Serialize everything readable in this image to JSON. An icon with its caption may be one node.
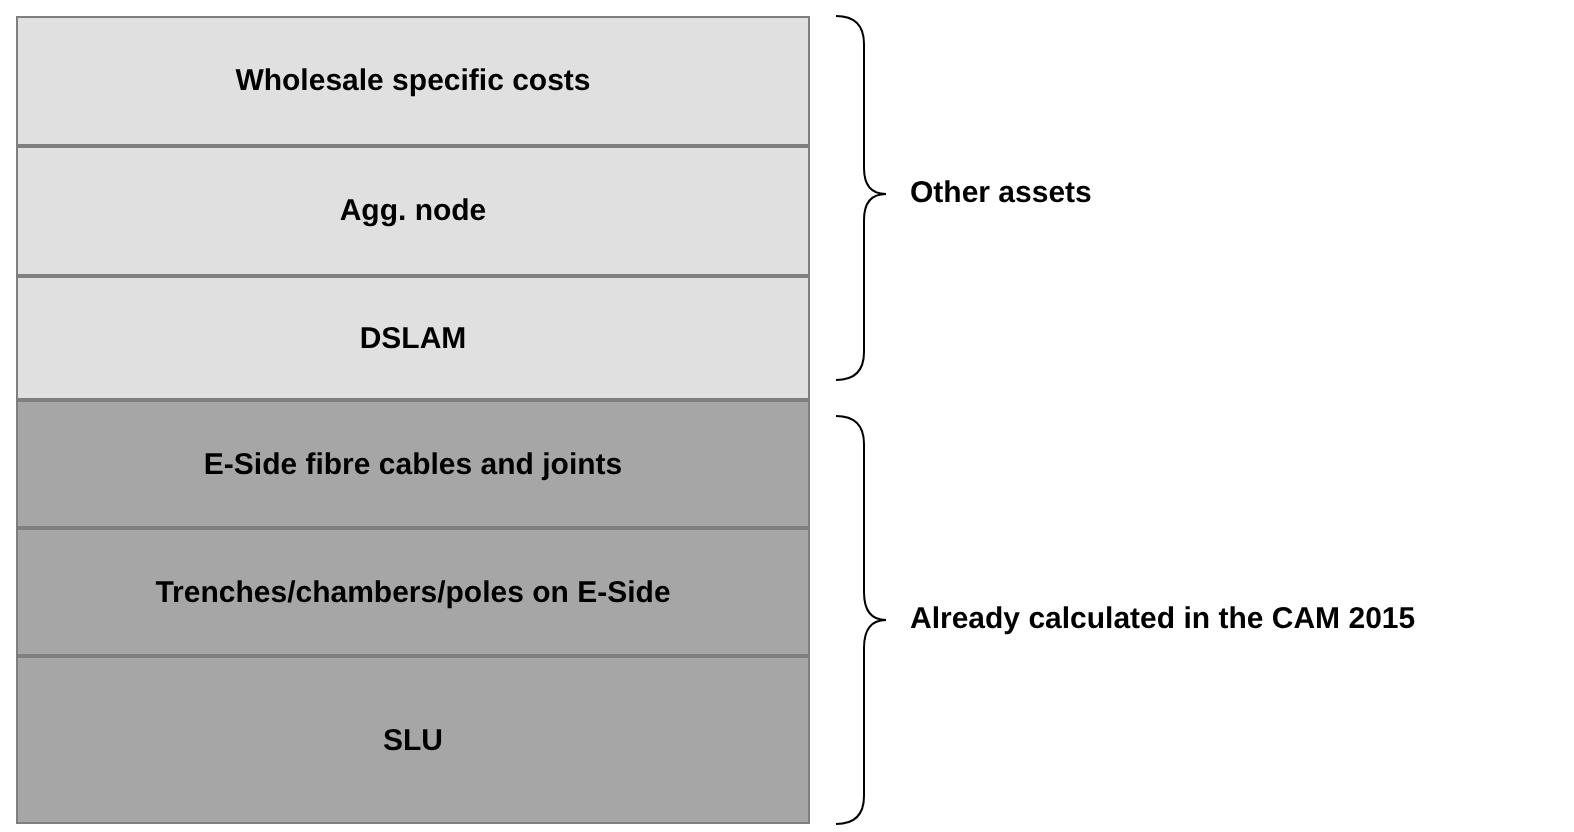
{
  "diagram": {
    "nodes": [
      {
        "text": [
          "Wholesale specific costs"
        ]
      },
      {
        "text": [
          "Agg. node"
        ]
      },
      {
        "text": [
          "DSLAM"
        ]
      },
      {
        "text": [
          "E-Side fibre cables and joints"
        ]
      },
      {
        "text": [
          "Trenches/chambers/poles on E-Side"
        ]
      },
      {
        "text": [
          "SLU"
        ]
      }
    ],
    "labels": [
      "Other assets",
      "Already calculated in the CAM 2015"
    ]
  }
}
